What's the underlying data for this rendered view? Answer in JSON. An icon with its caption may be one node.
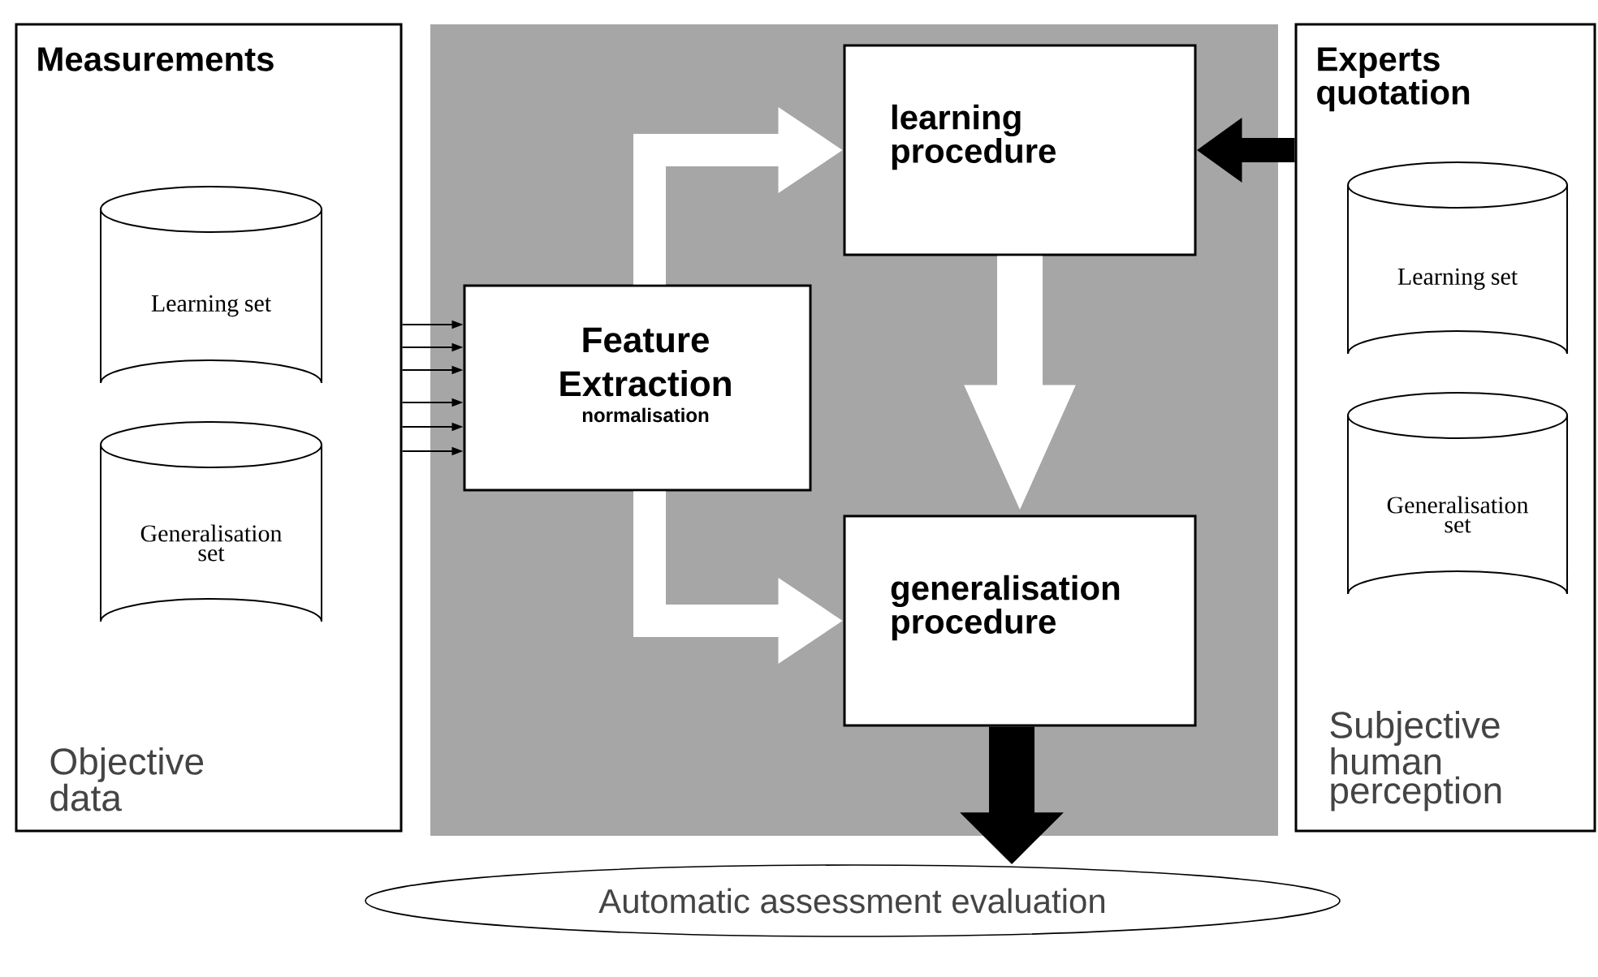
{
  "diagram": {
    "nodes": [
      {
        "text": [
          "Measurements",
          "Objective data"
        ]
      },
      {
        "text": [
          "Learning set"
        ],
        "in": 0
      },
      {
        "text": [
          "Generalisation set"
        ],
        "in": 0
      },
      {
        "text": [],
        "shape": "box"
      },
      {
        "text": [
          "Feature Extraction",
          "normalisation"
        ],
        "in": 3
      },
      {
        "text": [
          "learning procedure"
        ],
        "in": 3
      },
      {
        "text": [
          "generalisation procedure"
        ],
        "in": 3
      },
      {
        "text": [
          "Experts quotation",
          "Subjective human perception"
        ]
      },
      {
        "text": [
          "Learning set"
        ],
        "in": 7
      },
      {
        "text": [
          "Generalisation set"
        ],
        "in": 7
      },
      {
        "text": [
          "Automatic assessment evaluation"
        ]
      }
    ],
    "edges": [
      {
        "from": 0,
        "to": 4,
        "arrow": "to"
      },
      {
        "from": 0,
        "to": 4,
        "arrow": "to"
      },
      {
        "from": 0,
        "to": 4,
        "arrow": "to"
      },
      {
        "from": 0,
        "to": 4,
        "arrow": "to"
      },
      {
        "from": 0,
        "to": 4,
        "arrow": "to"
      },
      {
        "from": 0,
        "to": 4,
        "arrow": "to"
      },
      {
        "from": 4,
        "to": 5,
        "arrow": "to",
        "style": "thick",
        "color": "#ffffff"
      },
      {
        "from": 4,
        "to": 6,
        "arrow": "to",
        "style": "thick",
        "color": "#ffffff"
      },
      {
        "from": 5,
        "to": 6,
        "arrow": "to",
        "style": "thick",
        "color": "#ffffff"
      },
      {
        "from": 7,
        "to": 5,
        "arrow": "to",
        "style": "thick"
      },
      {
        "from": 6,
        "to": 10,
        "arrow": "to",
        "style": "thick"
      }
    ]
  }
}
